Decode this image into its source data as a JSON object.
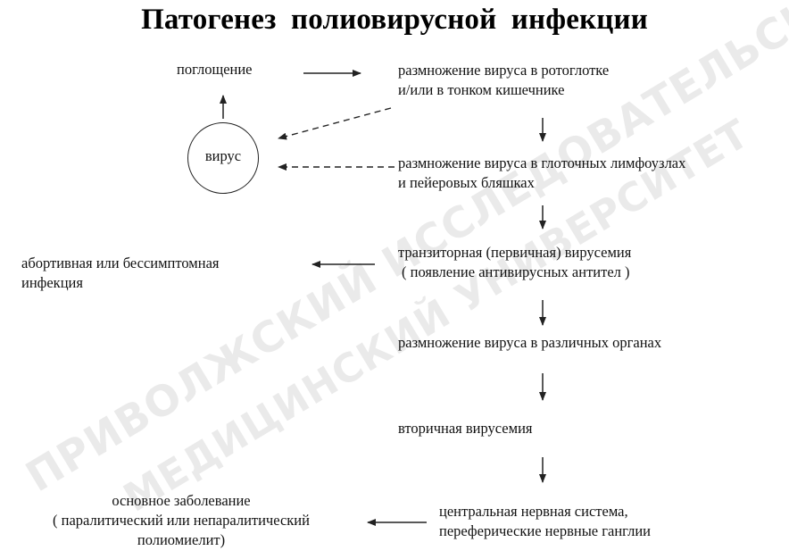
{
  "title": "Патогенез  полиовирусной  инфекции",
  "watermark": {
    "line1": "ПРИВОЛЖСКИЙ ИССЛЕДОВАТЕЛЬСКИЙ",
    "line2": "МЕДИЦИНСКИЙ УНИВЕРСИТЕТ"
  },
  "nodes": {
    "absorption": "поглощение",
    "virus": "вирус",
    "replication_oropharynx": {
      "line1": "размножение вируса в ротоглотке",
      "line2": "и/или в тонком кишечнике"
    },
    "replication_lymph": {
      "line1": "размножение вируса в глоточных лимфоузлах",
      "line2": "и пейеровых бляшках"
    },
    "transient_viremia": {
      "line1": "транзиторная  (первичная) вирусемия",
      "line2": "( появление антивирусных антител )"
    },
    "abortive_infection": {
      "line1": "абортивная или бессимптомная",
      "line2": "инфекция"
    },
    "replication_organs": "размножение вируса в различных органах",
    "secondary_viremia": "вторичная вирусемия",
    "cns": {
      "line1": "центральная нервная система,",
      "line2": "переферические нервные ганглии"
    },
    "main_disease": {
      "line1": "основное заболевание",
      "line2": "( паралитический или  непаралитический",
      "line3": "полиомиелит)"
    }
  },
  "colors": {
    "text": "#111111",
    "arrow": "#222222",
    "watermark": "#969696",
    "background": "#ffffff"
  }
}
